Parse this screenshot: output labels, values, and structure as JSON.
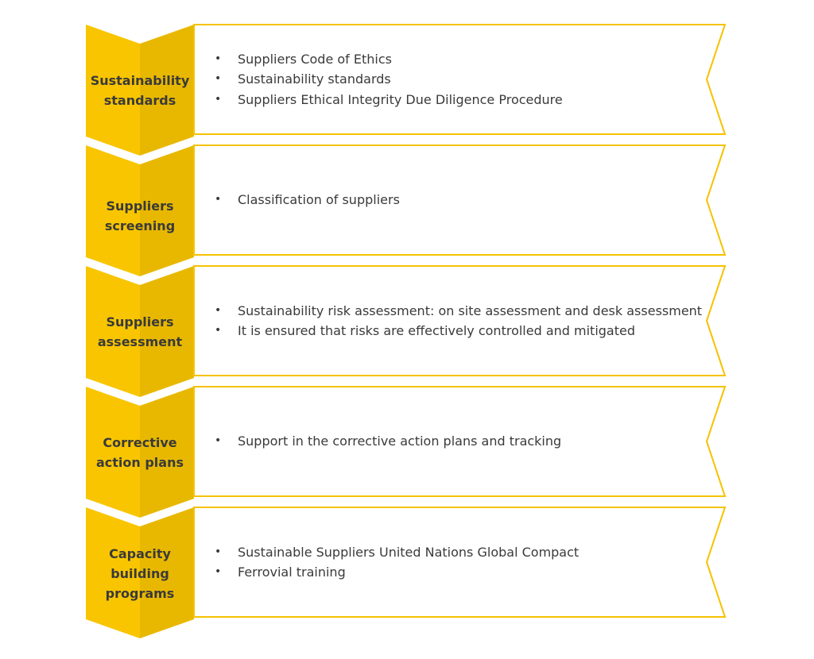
{
  "colors": {
    "chevron_light": "#F8C500",
    "chevron_dark": "#E8B800",
    "panel_border": "#F5C200",
    "text": "#3A3A3A"
  },
  "steps": [
    {
      "label_lines": [
        "Sustainability",
        "standards"
      ],
      "items": [
        "Suppliers Code of Ethics",
        "Sustainability standards",
        "Suppliers Ethical Integrity Due Diligence Procedure"
      ]
    },
    {
      "label_lines": [
        "Suppliers",
        "screening"
      ],
      "items": [
        "Classification of suppliers"
      ]
    },
    {
      "label_lines": [
        "Suppliers",
        "assessment"
      ],
      "items": [
        "Sustainability risk assessment: on site assessment and desk assessment",
        "It is ensured that risks are effectively controlled and mitigated"
      ]
    },
    {
      "label_lines": [
        "Corrective",
        "action plans"
      ],
      "items": [
        "Support in the corrective action plans and tracking"
      ]
    },
    {
      "label_lines": [
        "Capacity",
        "building",
        "programs"
      ],
      "items": [
        "Sustainable Suppliers United Nations Global Compact",
        "Ferrovial training"
      ]
    }
  ]
}
